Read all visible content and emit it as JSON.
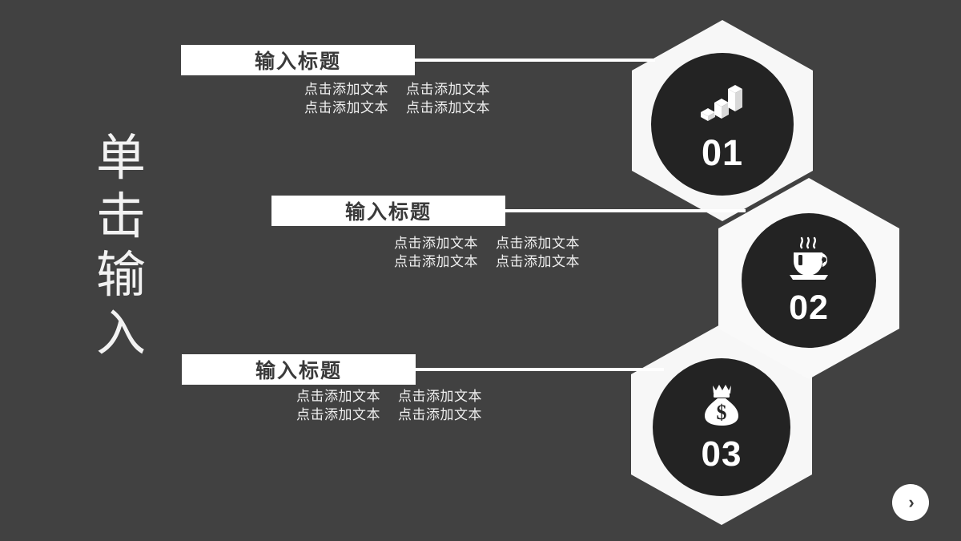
{
  "slide": {
    "background_color": "#414141",
    "accent_color": "#ffffff",
    "badge_fill_color": "#232323"
  },
  "title": {
    "text": "单击输入",
    "chars": [
      "单",
      "击",
      "输",
      "入"
    ]
  },
  "sections": [
    {
      "heading": "输入标题",
      "body": [
        "点击添加文本",
        "点击添加文本",
        "点击添加文本",
        "点击添加文本"
      ],
      "badge": {
        "number": "01",
        "icon": "bar-chart-3d-icon"
      }
    },
    {
      "heading": "输入标题",
      "body": [
        "点击添加文本",
        "点击添加文本",
        "点击添加文本",
        "点击添加文本"
      ],
      "badge": {
        "number": "02",
        "icon": "coffee-cup-icon"
      }
    },
    {
      "heading": "输入标题",
      "body": [
        "点击添加文本",
        "点击添加文本",
        "点击添加文本",
        "点击添加文本"
      ],
      "badge": {
        "number": "03",
        "icon": "money-bag-icon"
      }
    }
  ],
  "next_button": {
    "label": "›",
    "icon": "chevron-right-icon"
  }
}
